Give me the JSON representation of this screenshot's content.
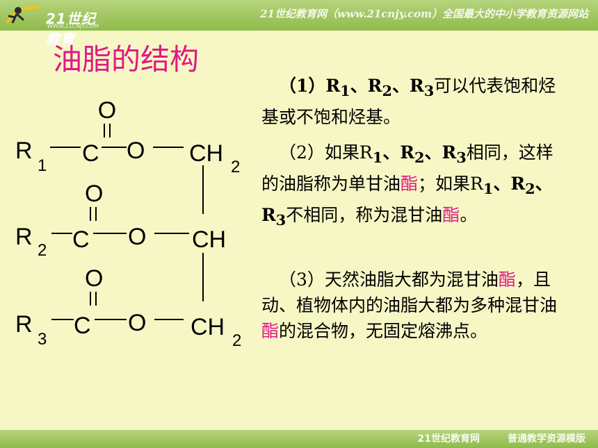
{
  "header": {
    "logo_text": "21世纪教育",
    "logo_sub": "WWW.21CNJY.COM",
    "slogan": "21世纪教育网（www.21cnjy.com）全国最大的中小学教育资源网站"
  },
  "slide": {
    "title": "油脂的结构",
    "formula": {
      "r": "R",
      "r1_sub": "1",
      "r2_sub": "2",
      "r3_sub": "3",
      "carbon": "C",
      "oxygen": "O",
      "ch2": "CH",
      "ch": "CH",
      "ch2_sub": "2"
    },
    "p1": {
      "a": "（1）R",
      "s1": "1",
      "b": "、R",
      "s2": "2",
      "c": "、R",
      "s3": "3",
      "d": "可以代表饱和烃基或不饱和烃基。"
    },
    "p2": {
      "a": "（2）如果R",
      "s1": "1",
      "b": "、R",
      "s2": "2",
      "c": "、R",
      "s3": "3",
      "d": "相同，这样的油脂称为单甘油",
      "pink1": "酯",
      "e": "；如果R",
      "s4": "1",
      "f": "、R",
      "s5": "2",
      "g": "、R",
      "s6": "3",
      "h": "不相同，称为混甘油",
      "pink2": "酯",
      "i": "。"
    },
    "p3": {
      "a": "（3）天然油脂大都为混甘油",
      "pink1": "酯",
      "b": "，且动、植物体内的油脂大都为多种混甘油",
      "pink2": "酯",
      "c": "的混合物，无固定熔沸点。"
    }
  },
  "footer": {
    "site": "21世纪教育网",
    "template": "普通教学资源模版"
  },
  "colors": {
    "accent_pink": "#e01a84",
    "bar_green": "#8ebb4a",
    "background": "#f7f7c6"
  }
}
